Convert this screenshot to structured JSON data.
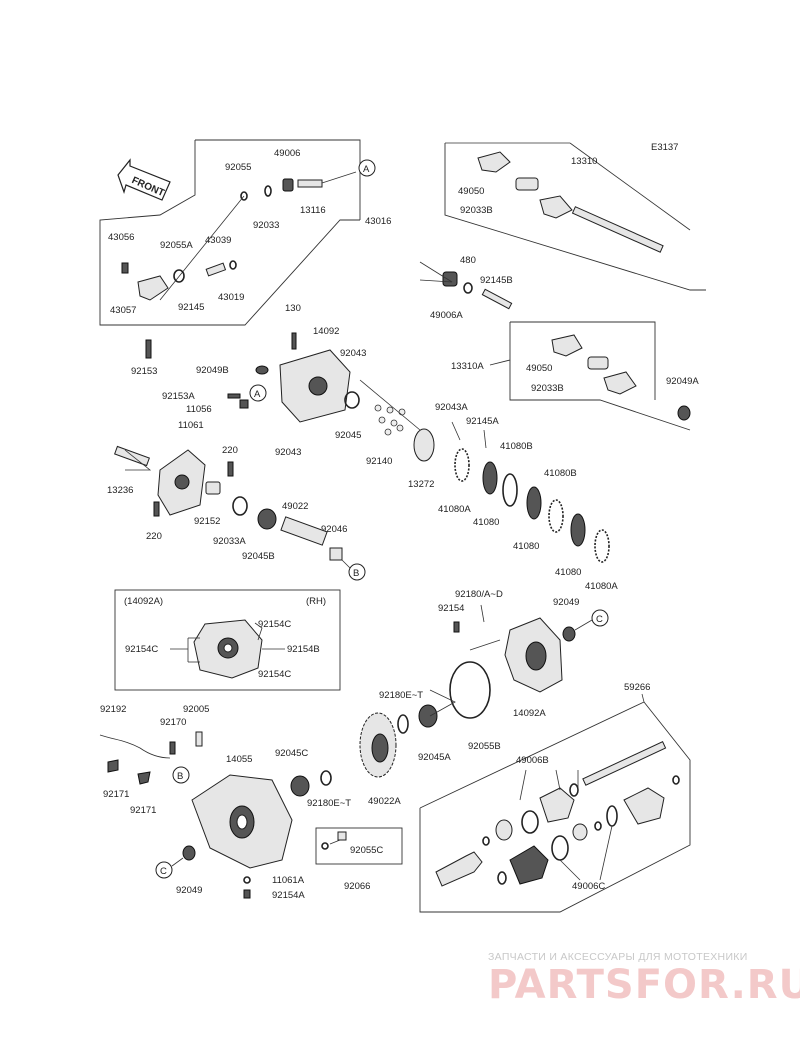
{
  "diagram_code": "E3137",
  "front_label": "FRONT",
  "ref_a": "A",
  "ref_b": "B",
  "ref_c": "C",
  "box_14092a": "(14092A)",
  "box_rh": "(RH)",
  "labels": {
    "p92055": "92055",
    "p49006": "49006",
    "p92033": "92033",
    "p13116": "13116",
    "p43016": "43016",
    "p43056": "43056",
    "p92055A": "92055A",
    "p43039": "43039",
    "p43057": "43057",
    "p92145": "92145",
    "p43019": "43019",
    "p92153": "92153",
    "p13310": "13310",
    "p49050_top": "49050",
    "p92033B_top": "92033B",
    "p480": "480",
    "p92145B": "92145B",
    "p49006A": "49006A",
    "p13310A": "13310A",
    "p49050_mid": "49050",
    "p92033B_mid": "92033B",
    "p92049A": "92049A",
    "p130": "130",
    "p14092": "14092",
    "p92049B": "92049B",
    "p92043_a": "92043",
    "p92153A": "92153A",
    "p11056": "11056",
    "p92045": "92045",
    "p92043_b": "92043",
    "p92140": "92140",
    "p92043A": "92043A",
    "p92145A": "92145A",
    "p13272": "13272",
    "p41080B_1": "41080B",
    "p41080B_2": "41080B",
    "p41080A_1": "41080A",
    "p41080_1": "41080",
    "p41080_2": "41080",
    "p41080_3": "41080",
    "p41080A_2": "41080A",
    "p11061": "11061",
    "p13236": "13236",
    "p220_a": "220",
    "p220_b": "220",
    "p92152": "92152",
    "p92033A": "92033A",
    "p49022": "49022",
    "p92046": "92046",
    "p92045B": "92045B",
    "p92154C_1": "92154C",
    "p92154C_2": "92154C",
    "p92154B": "92154B",
    "p92154C_3": "92154C",
    "p92180AD": "92180/A~D",
    "p92154": "92154",
    "p92049_a": "92049",
    "p14092A": "14092A",
    "p92180ET_1": "92180E~T",
    "p92045A": "92045A",
    "p92055B": "92055B",
    "p59266": "59266",
    "p92192": "92192",
    "p92170": "92170",
    "p92005": "92005",
    "p92171_1": "92171",
    "p92171_2": "92171",
    "p14055": "14055",
    "p92045C": "92045C",
    "p92180ET_2": "92180E~T",
    "p49022A": "49022A",
    "p49006B": "49006B",
    "p49006C": "49006C",
    "p92055C": "92055C",
    "p92066": "92066",
    "p11061A": "11061A",
    "p92154A": "92154A",
    "p92049_b": "92049"
  },
  "watermark": {
    "tagline": "ЗАПЧАСТИ И АКСЕССУАРЫ ДЛЯ МОТОТЕХНИКИ",
    "logo": "PARTSFOR.RU"
  },
  "colors": {
    "ink": "#222222",
    "watermark_red": "#f3c9c9",
    "watermark_grey": "#c8c8c8"
  }
}
